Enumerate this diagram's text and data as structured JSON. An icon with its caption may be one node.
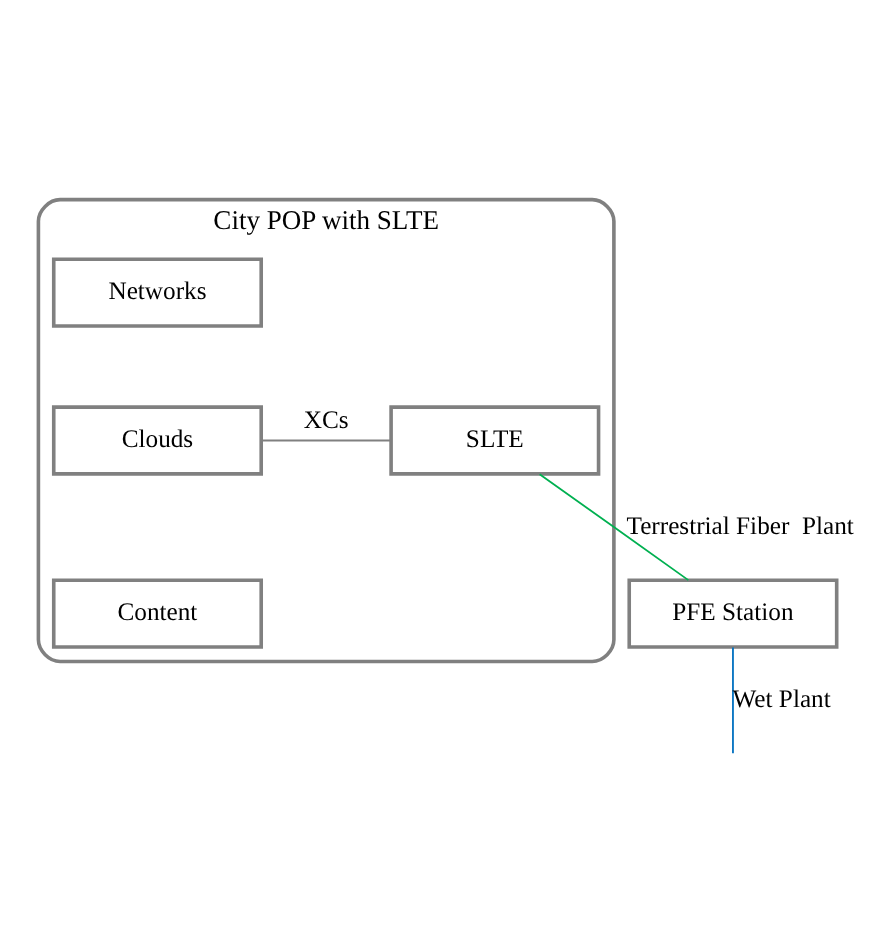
{
  "diagram": {
    "nodes": [
      {
        "text": [
          "City POP with SLTE"
        ]
      },
      {
        "text": [
          "Networks"
        ],
        "in": 0
      },
      {
        "text": [
          "Clouds"
        ],
        "in": 0
      },
      {
        "text": [
          "Content"
        ],
        "in": 0
      },
      {
        "text": [
          "SLTE"
        ],
        "in": 0
      },
      {
        "text": [
          "PFE Station"
        ]
      }
    ],
    "edges": [
      {
        "from": 2,
        "to": 4,
        "arrow": "none",
        "label": "XCs",
        "color": "#808080"
      },
      {
        "from": 4,
        "to": 5,
        "arrow": "none",
        "label": "Terrestrial Fiber  Plant",
        "color": "#00b050"
      },
      {
        "from": 5,
        "to": null,
        "arrow": "none",
        "label": "Wet Plant",
        "color": "#0070c0"
      }
    ]
  }
}
